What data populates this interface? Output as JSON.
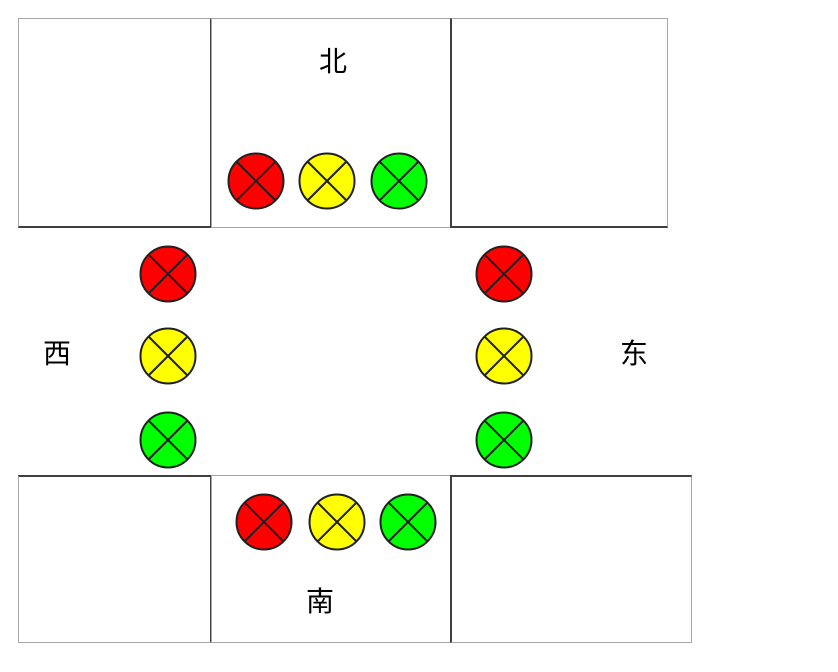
{
  "diagram": {
    "title": "",
    "labels": {
      "north": "北",
      "south": "南",
      "west": "西",
      "east": "东"
    },
    "colors": {
      "red": "#ff0000",
      "yellow": "#ffff00",
      "green": "#00ff00",
      "outline": "#202020",
      "box_border": "#a6a6a6",
      "box_border_dark": "#404040"
    },
    "signals": {
      "north": [
        "red",
        "yellow",
        "green"
      ],
      "south": [
        "red",
        "yellow",
        "green"
      ],
      "west": [
        "red",
        "yellow",
        "green"
      ],
      "east": [
        "red",
        "yellow",
        "green"
      ]
    },
    "lamp_symbol": "circle-with-x"
  }
}
